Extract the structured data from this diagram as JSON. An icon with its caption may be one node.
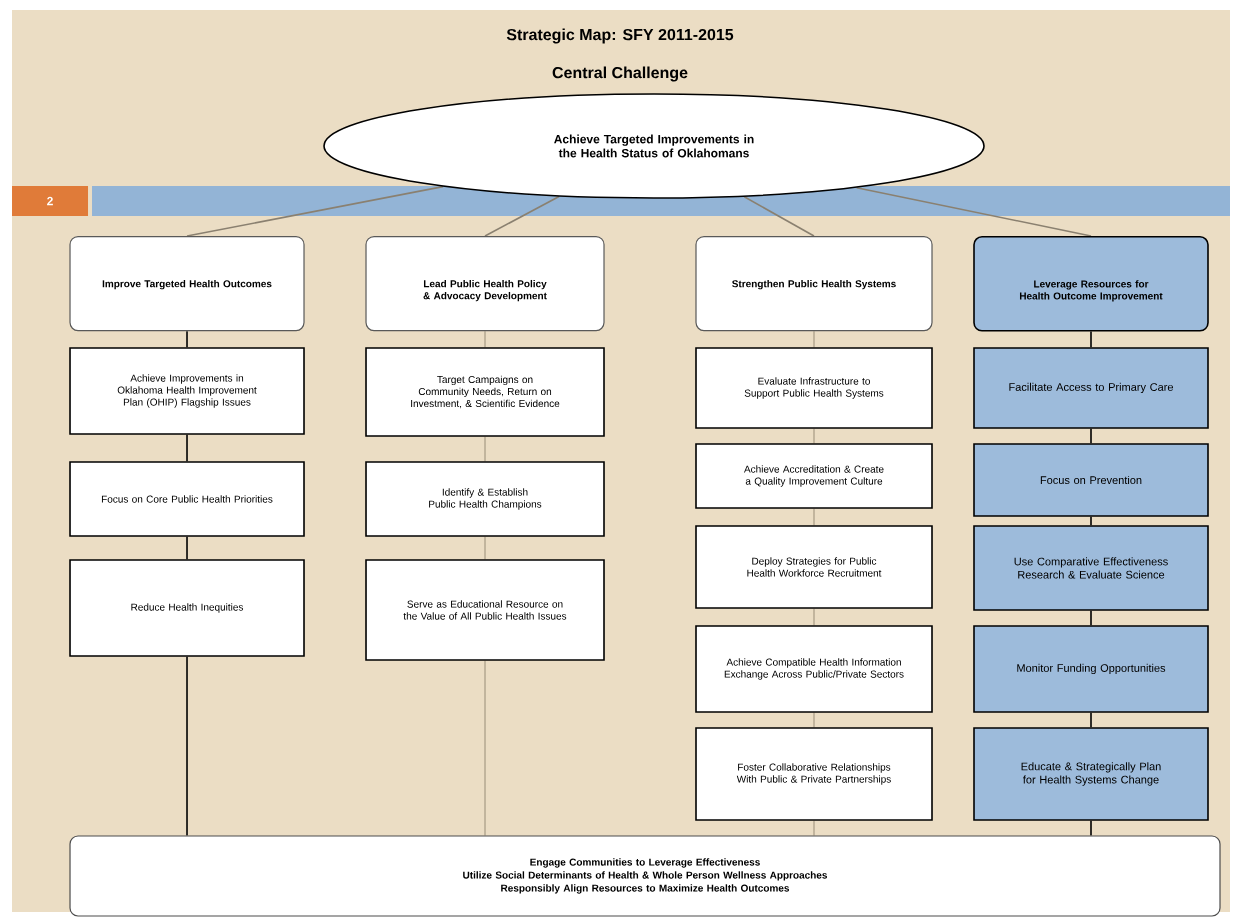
{
  "diagram": {
    "title": "Strategic Map: SFY 2011-2015",
    "labels": [
      "Central Challenge"
    ],
    "nodes": [
      {
        "text": [
          "Achieve Targeted Improvements in the Health Status of Oklahomans"
        ]
      },
      {
        "text": [
          "2"
        ]
      },
      {
        "text": [
          "Improve Targeted Health Outcomes"
        ]
      },
      {
        "text": [
          "Achieve Improvements in Oklahoma Health Improvement Plan (OHIP) Flagship Issues"
        ]
      },
      {
        "text": [
          "Focus on Core Public Health Priorities"
        ]
      },
      {
        "text": [
          "Reduce Health Inequities"
        ]
      },
      {
        "text": [
          "Lead Public Health Policy & Advocacy Development"
        ]
      },
      {
        "text": [
          "Target Campaigns on Community Needs, Return on Investment, & Scientific Evidence"
        ]
      },
      {
        "text": [
          "Identify & Establish Public Health Champions"
        ]
      },
      {
        "text": [
          "Serve as Educational Resource on the Value of All Public Health Issues"
        ]
      },
      {
        "text": [
          "Strengthen Public Health Systems"
        ]
      },
      {
        "text": [
          "Evaluate Infrastructure to Support Public Health Systems"
        ]
      },
      {
        "text": [
          "Achieve Accreditation & Create a Quality Improvement Culture"
        ]
      },
      {
        "text": [
          "Deploy Strategies for Public Health Workforce Recruitment"
        ]
      },
      {
        "text": [
          "Achieve Compatible Health Information Exchange Across Public/Private Sectors"
        ]
      },
      {
        "text": [
          "Foster Collaborative Relationships With Public & Private Partnerships"
        ]
      },
      {
        "text": [
          "Leverage Resources for Health Outcome Improvement"
        ]
      },
      {
        "text": [
          "Facilitate Access to Primary Care"
        ]
      },
      {
        "text": [
          "Focus on Prevention"
        ]
      },
      {
        "text": [
          "Use Comparative Effectiveness Research & Evaluate Science"
        ]
      },
      {
        "text": [
          "Monitor Funding Opportunities"
        ]
      },
      {
        "text": [
          "Educate & Strategically Plan for Health Systems Change"
        ]
      },
      {
        "text": [
          "Engage Communities to Leverage Effectiveness",
          "Utilize Social Determinants of Health & Whole Person Wellness Approaches",
          "Responsibly Align Resources to Maximize Health Outcomes"
        ]
      }
    ],
    "edges": [
      {
        "from": 0,
        "to": 2,
        "arrow": "none",
        "color": "#8a8070"
      },
      {
        "from": 0,
        "to": 6,
        "arrow": "none",
        "color": "#8a8070"
      },
      {
        "from": 0,
        "to": 10,
        "arrow": "none",
        "color": "#8a8070"
      },
      {
        "from": 0,
        "to": 16,
        "arrow": "none",
        "color": "#8a8070"
      },
      {
        "from": 2,
        "to": 3,
        "arrow": "none"
      },
      {
        "from": 3,
        "to": 4,
        "arrow": "none"
      },
      {
        "from": 4,
        "to": 5,
        "arrow": "none"
      },
      {
        "from": 5,
        "to": 22,
        "arrow": "none"
      },
      {
        "from": 6,
        "to": 7,
        "arrow": "none",
        "color": "#b8ab94"
      },
      {
        "from": 7,
        "to": 8,
        "arrow": "none",
        "color": "#b8ab94"
      },
      {
        "from": 8,
        "to": 9,
        "arrow": "none",
        "color": "#b8ab94"
      },
      {
        "from": 9,
        "to": 22,
        "arrow": "none",
        "color": "#b8ab94"
      },
      {
        "from": 10,
        "to": 11,
        "arrow": "none",
        "color": "#b8ab94"
      },
      {
        "from": 11,
        "to": 12,
        "arrow": "none",
        "color": "#b8ab94"
      },
      {
        "from": 12,
        "to": 13,
        "arrow": "none",
        "color": "#b8ab94"
      },
      {
        "from": 13,
        "to": 14,
        "arrow": "none",
        "color": "#b8ab94"
      },
      {
        "from": 14,
        "to": 15,
        "arrow": "none",
        "color": "#b8ab94"
      },
      {
        "from": 15,
        "to": 22,
        "arrow": "none",
        "color": "#b8ab94"
      },
      {
        "from": 16,
        "to": 17,
        "arrow": "none"
      },
      {
        "from": 17,
        "to": 18,
        "arrow": "none"
      },
      {
        "from": 18,
        "to": 19,
        "arrow": "none"
      },
      {
        "from": 19,
        "to": 20,
        "arrow": "none"
      },
      {
        "from": 20,
        "to": 21,
        "arrow": "none"
      },
      {
        "from": 21,
        "to": 22,
        "arrow": "none"
      }
    ]
  }
}
